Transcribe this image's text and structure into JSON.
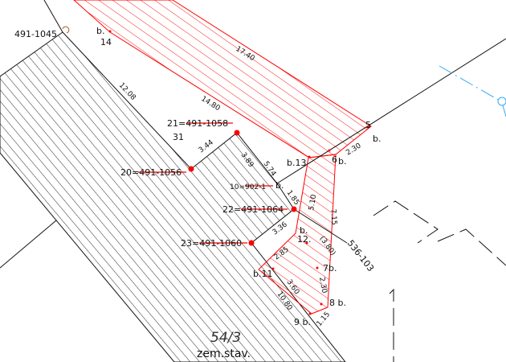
{
  "colors": {
    "line": "#111111",
    "red": "#ff0000",
    "blue": "#33aaee",
    "brown": "#b05a20"
  },
  "parcel": {
    "number": "54/3",
    "type": "zem.stav."
  },
  "corner_label": "491-1045",
  "points": {
    "p21": "21=",
    "p21_old": "491-1058",
    "p20": "20=",
    "p20_old": "491-1056",
    "p10": "10=",
    "p10_old": "902-1",
    "p22": "22=",
    "p22_old": "491-1064",
    "p23": "23=",
    "p23_old": "491-1060",
    "p31": "31"
  },
  "b_points": {
    "b14": "b.",
    "b14n": "14",
    "b13": "b.13",
    "b6": "6",
    "b5": "5",
    "b12": "b.",
    "b12n": "12.",
    "b11": "b.11",
    "b7": "7b.",
    "b8": "8 b.",
    "b9": "9 b.",
    "b10": "b.",
    "b": "b."
  },
  "dimensions": {
    "d1740": "17.40",
    "d1480": "14.80",
    "d1208": "12.08",
    "d344": "3.44",
    "d389": "3.89",
    "d574": "5.74",
    "d185": "1.85",
    "d336": "3.36",
    "d285": "2.85",
    "d510": "5.10",
    "d715": "7.15",
    "d380": "(3.80)",
    "d230a": "2.30",
    "d230b": "2.30",
    "d360": "3.60",
    "d1080": "10.80",
    "d115": "1.15"
  },
  "neighbor_parcel": "536-103"
}
